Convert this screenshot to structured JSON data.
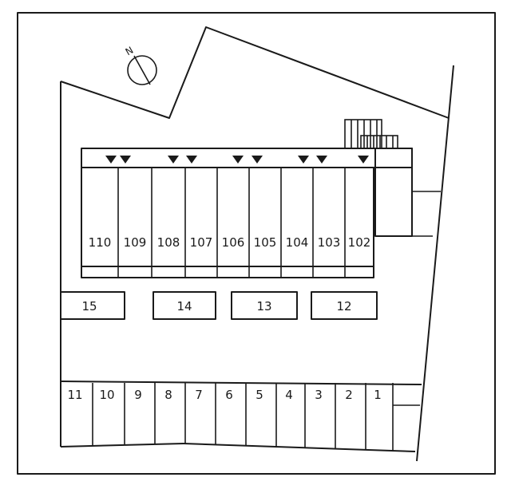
{
  "compass": {
    "label": "N",
    "icon": "north-arrow-icon"
  },
  "unit_row_labels": [
    "110",
    "109",
    "108",
    "107",
    "106",
    "105",
    "104",
    "103",
    "102"
  ],
  "parking_middle_labels": [
    "15",
    "14",
    "13",
    "12"
  ],
  "parking_bottom_labels": [
    "11",
    "10",
    "9",
    "8",
    "7",
    "6",
    "5",
    "4",
    "3",
    "2",
    "1"
  ],
  "entrance_marker_icon": "entrance-triangle-icon",
  "stairs_icon": "staircase-icon",
  "colors": {
    "line": "#1a1a1a",
    "background": "#ffffff"
  }
}
